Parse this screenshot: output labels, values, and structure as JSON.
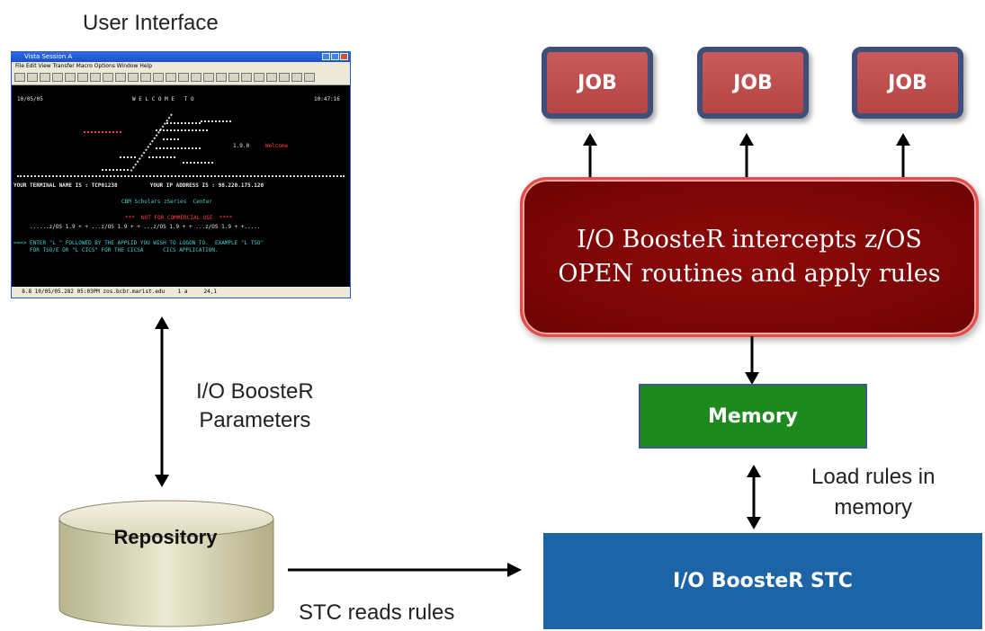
{
  "left": {
    "ui_caption": "User Interface",
    "params_label_line1": "I/O BoosteR",
    "params_label_line2": "Parameters",
    "repository_label": "Repository",
    "stc_reads_label": "STC reads rules"
  },
  "screenshot": {
    "title": "Vista Session A",
    "menu": "File  Edit  View  Transfer  Macro  Options  Window  Help",
    "date": "10/05/05",
    "welcome": "W E L C O M E   T O",
    "time": "10:47:16",
    "version": "1.9.0",
    "welcome_word": "Welcome",
    "terminal_line": "YOUR TERMINAL NAME IS : TCP01238          YOUR IP ADDRESS IS : 98.220.175.120",
    "product": "CBM Scholars zSeries  Center",
    "not_commercial": "***  NOT FOR COMMERCIAL USE  ****",
    "os_line": "......z/OS 1.9 + + ...z/OS 1.9 + + ...z/OS 1.9 + + ...z/OS 1.9 + +.....",
    "instr1": "===> ENTER \"L \" FOLLOWED BY THE APPLID YOU WISH TO LOGON TO.  EXAMPLE \"L TSO\"",
    "instr2": "     FOR TSO/E OR \"L CICS\" FOR THE CICSA      CICS APPLICATION.",
    "status": "  8.8 10/05/05.282 05:03PM zos.bcbr.marist.edu    1 a     24,1"
  },
  "right": {
    "jobs": [
      "JOB",
      "JOB",
      "JOB"
    ],
    "intercept_line1": "I/O BoosteR intercepts z/OS",
    "intercept_line2": "OPEN routines and apply rules",
    "memory_label": "Memory",
    "load_rules_line1": "Load rules in",
    "load_rules_line2": "memory",
    "stc_label": "I/O BoosteR STC"
  },
  "colors": {
    "job_fill": "#c24f4f",
    "job_border": "#3f4f7a",
    "intercept_fill": "#7a0505",
    "memory_fill": "#1e8a1e",
    "stc_fill": "#1c64a6"
  }
}
